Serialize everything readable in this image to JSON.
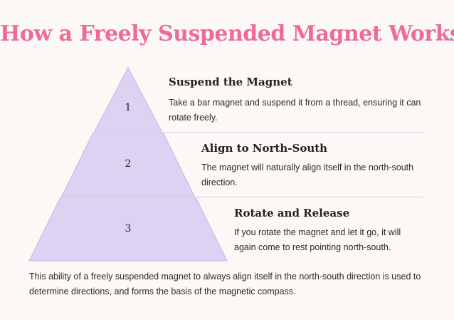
{
  "title": "How a Freely Suspended Magnet Works",
  "colors": {
    "title": "#ec6b9b",
    "pyramid_fill": "#dcd3f2",
    "pyramid_stroke": "#c3b6e6",
    "background": "#fcf8f6"
  },
  "steps": [
    {
      "number": "1",
      "title": "Suspend the Magnet",
      "description": "Take a bar magnet and suspend it from a thread, ensuring it can rotate freely."
    },
    {
      "number": "2",
      "title": "Align to North-South",
      "description": "The magnet will naturally align itself in the north-south direction."
    },
    {
      "number": "3",
      "title": "Rotate and Release",
      "description": "If you rotate the magnet and let it go, it will again come to rest pointing north-south."
    }
  ],
  "footer": "This ability of a freely suspended magnet to always align itself in the north-south direction is used to determine directions, and forms the basis of the magnetic compass."
}
